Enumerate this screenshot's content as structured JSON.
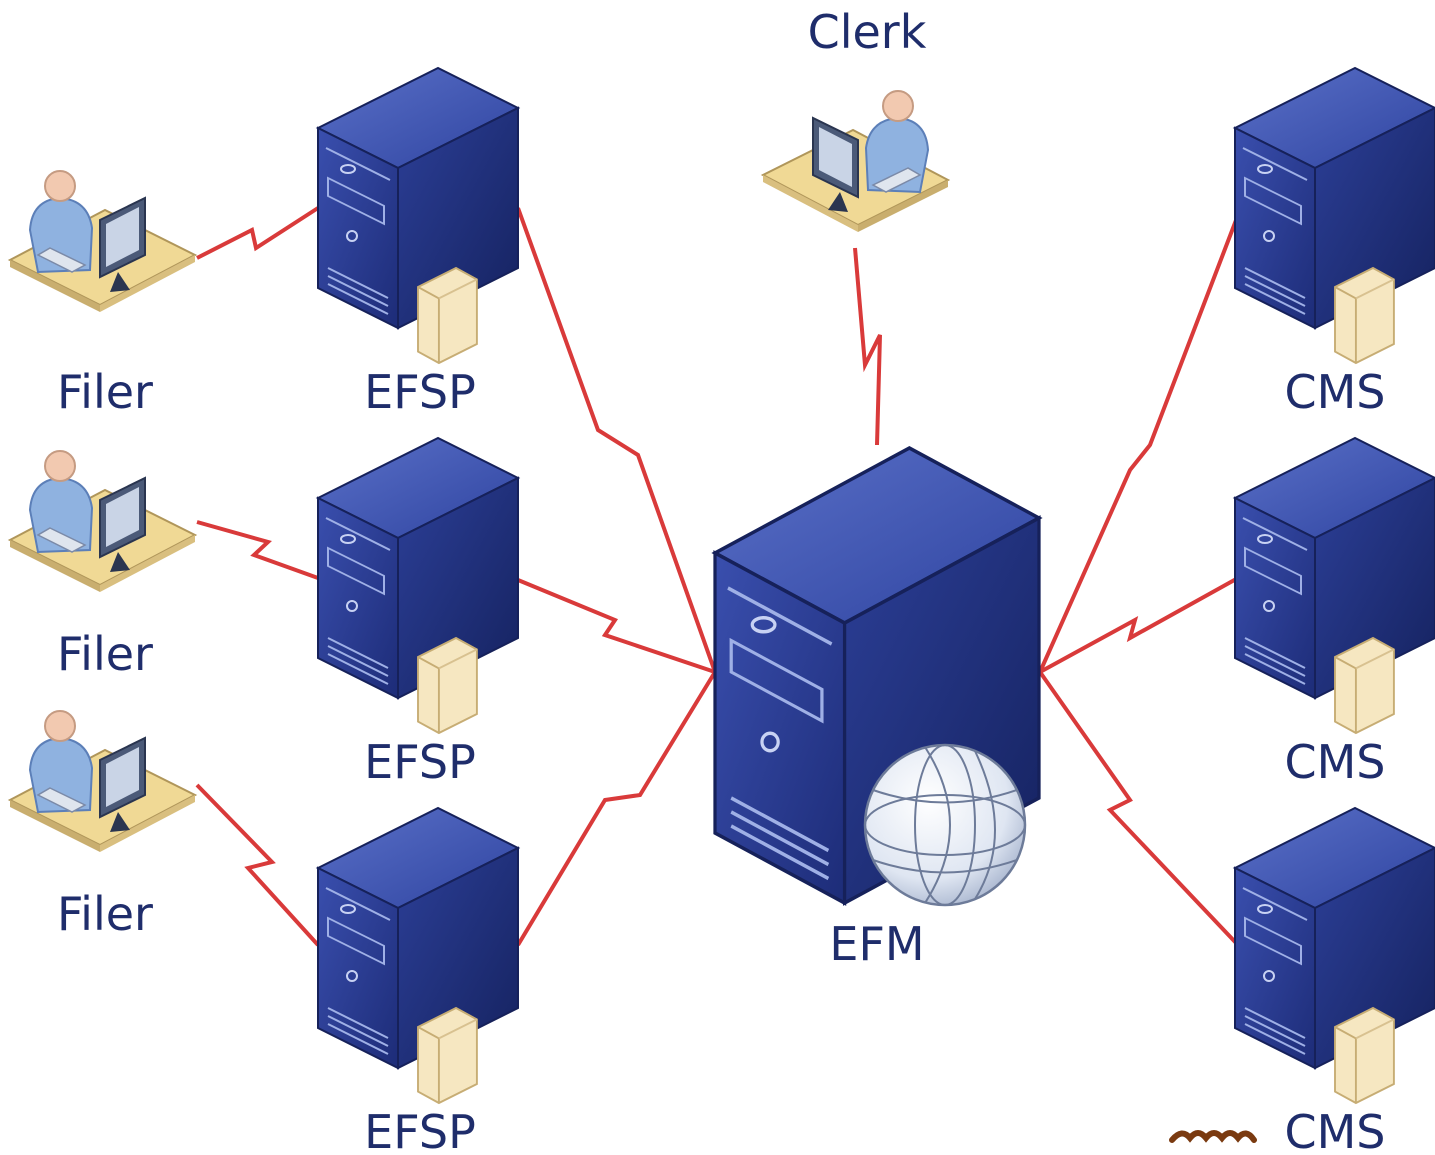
{
  "nodes": {
    "clerk": {
      "label": "Clerk",
      "icon": "workstation-user-icon"
    },
    "filer_1": {
      "label": "Filer",
      "icon": "workstation-user-icon"
    },
    "filer_2": {
      "label": "Filer",
      "icon": "workstation-user-icon"
    },
    "filer_3": {
      "label": "Filer",
      "icon": "workstation-user-icon"
    },
    "efsp_1": {
      "label": "EFSP",
      "icon": "server-folder-icon"
    },
    "efsp_2": {
      "label": "EFSP",
      "icon": "server-folder-icon"
    },
    "efsp_3": {
      "label": "EFSP",
      "icon": "server-folder-icon"
    },
    "efm": {
      "label": "EFM",
      "icon": "server-globe-icon"
    },
    "cms_1": {
      "label": "CMS",
      "icon": "server-folder-icon"
    },
    "cms_2": {
      "label": "CMS",
      "icon": "server-folder-icon"
    },
    "cms_3": {
      "label": "CMS",
      "icon": "server-folder-icon"
    }
  },
  "edges": [
    {
      "from": "filer_1",
      "to": "efsp_1"
    },
    {
      "from": "filer_2",
      "to": "efsp_2"
    },
    {
      "from": "filer_3",
      "to": "efsp_3"
    },
    {
      "from": "efsp_1",
      "to": "efm"
    },
    {
      "from": "efsp_2",
      "to": "efm"
    },
    {
      "from": "efsp_3",
      "to": "efm"
    },
    {
      "from": "clerk",
      "to": "efm"
    },
    {
      "from": "efm",
      "to": "cms_1"
    },
    {
      "from": "efm",
      "to": "cms_2"
    },
    {
      "from": "efm",
      "to": "cms_3"
    }
  ],
  "colors": {
    "server_body": "#283a8f",
    "server_side": "#1b2a6d",
    "server_top": "#3c54b0",
    "link": "#d93a3a",
    "folder": "#f3e2b8",
    "desk": "#f0d995",
    "label": "#1f2d6b"
  }
}
